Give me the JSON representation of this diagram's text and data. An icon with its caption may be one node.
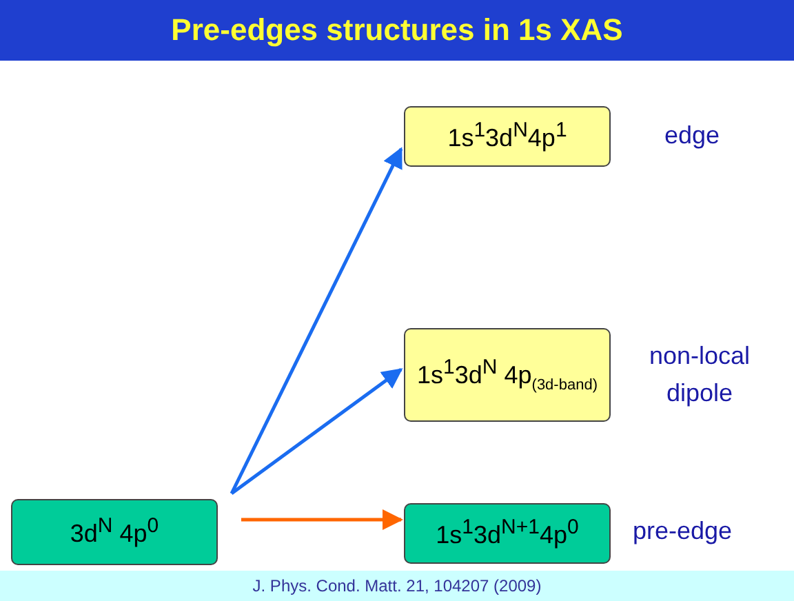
{
  "diagram": {
    "title": "Pre-edges structures in 1s XAS",
    "caption": "J. Phys. Cond. Matt. 21, 104207 (2009)",
    "nodes": [
      {
        "text": [
          "3d$^{N}$ 4p$^{0}$"
        ]
      },
      {
        "text": [
          "1s$^{1}$3d$^{N}$4p$^{1}$"
        ],
        "beside": [
          "edge"
        ]
      },
      {
        "text": [
          "1s$^{1}$3d$^{N}$ 4p$_{(3d-band)}$"
        ],
        "beside": [
          "non-local dipole"
        ]
      },
      {
        "text": [
          "1s$^{1}$3d$^{N+1}$4p$^{0}$"
        ],
        "beside": [
          "pre-edge"
        ]
      }
    ],
    "edges": [
      {
        "from": 0,
        "to": 1,
        "arrow": "to"
      },
      {
        "from": 0,
        "to": 2,
        "arrow": "to"
      },
      {
        "from": 0,
        "to": 3,
        "arrow": "to",
        "color": "#ff6600"
      }
    ]
  }
}
